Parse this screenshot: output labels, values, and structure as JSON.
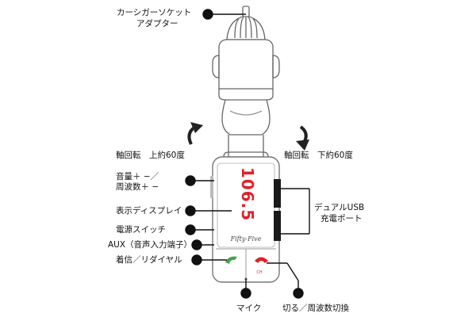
{
  "labels": {
    "socket_line1": "カーシガーソケット",
    "socket_line2": "アダプター",
    "rotate_up": "軸回転　上約60度",
    "rotate_down": "軸回転　下約60度",
    "volume_line1": "音量＋ −／",
    "volume_line2": "周波数＋ −",
    "display": "表示ディスプレイ",
    "power": "電源スイッチ",
    "aux": "AUX（音声入力端子）",
    "call": "着信／リダイヤル",
    "usb_line1": "デュアルUSB",
    "usb_line2": "充電ポート",
    "mic": "マイク",
    "hangup": "切る／周波数切換"
  },
  "device": {
    "frequency": "106.5",
    "logo": "Fifty-Five",
    "ch_label": "CH"
  },
  "colors": {
    "display_red": "#e0202a",
    "call_green": "#3fa548",
    "hangup_red": "#e0202a"
  }
}
